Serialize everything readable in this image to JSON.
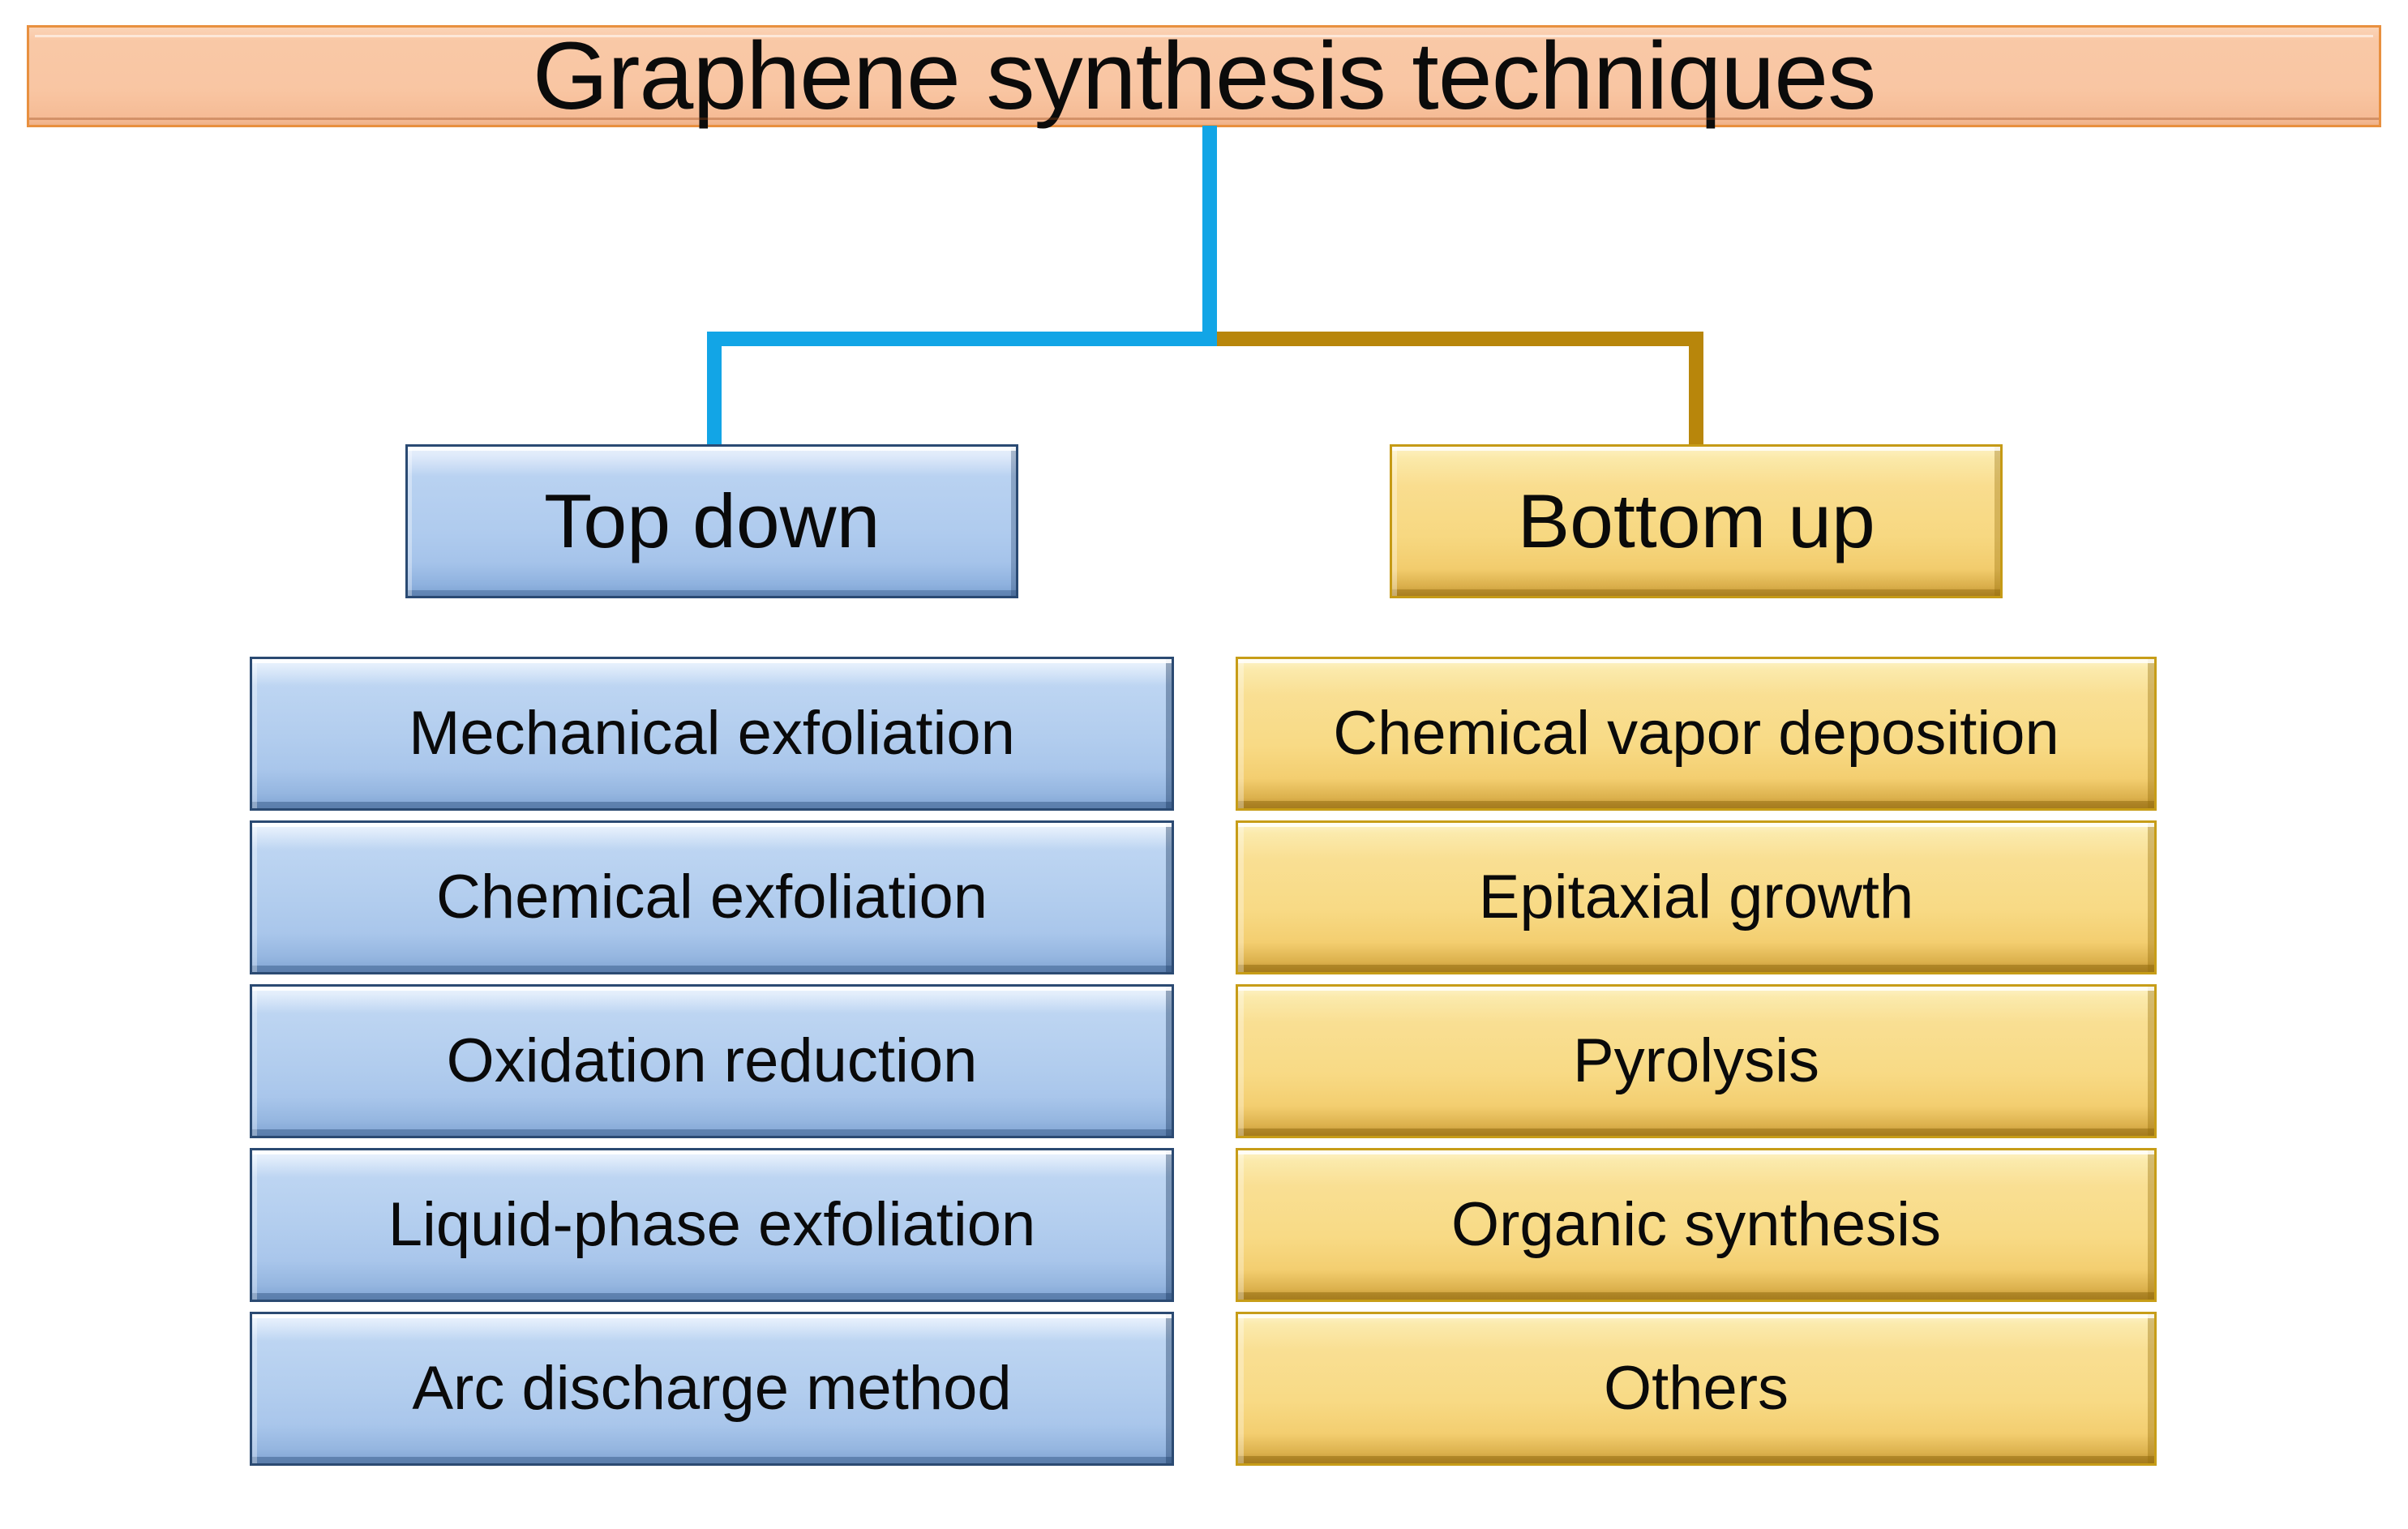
{
  "diagram": {
    "title": "Graphene synthesis techniques",
    "branches": [
      {
        "name": "Top down",
        "connector_color": "#12a5e6",
        "box_fill": "#b2cdee",
        "box_border": "#2b4a72",
        "items": [
          "Mechanical exfoliation",
          "Chemical exfoliation",
          "Oxidation reduction",
          "Liquid-phase exfoliation",
          "Arc discharge method"
        ]
      },
      {
        "name": "Bottom up",
        "connector_color": "#b8860b",
        "box_fill": "#f8da85",
        "box_border": "#c79d18",
        "items": [
          "Chemical vapor deposition",
          "Epitaxial growth",
          "Pyrolysis",
          "Organic synthesis",
          "Others"
        ]
      }
    ],
    "colors": {
      "title_fill": "#f9c6a3",
      "title_border": "#e8903f",
      "background": "#ffffff"
    }
  }
}
